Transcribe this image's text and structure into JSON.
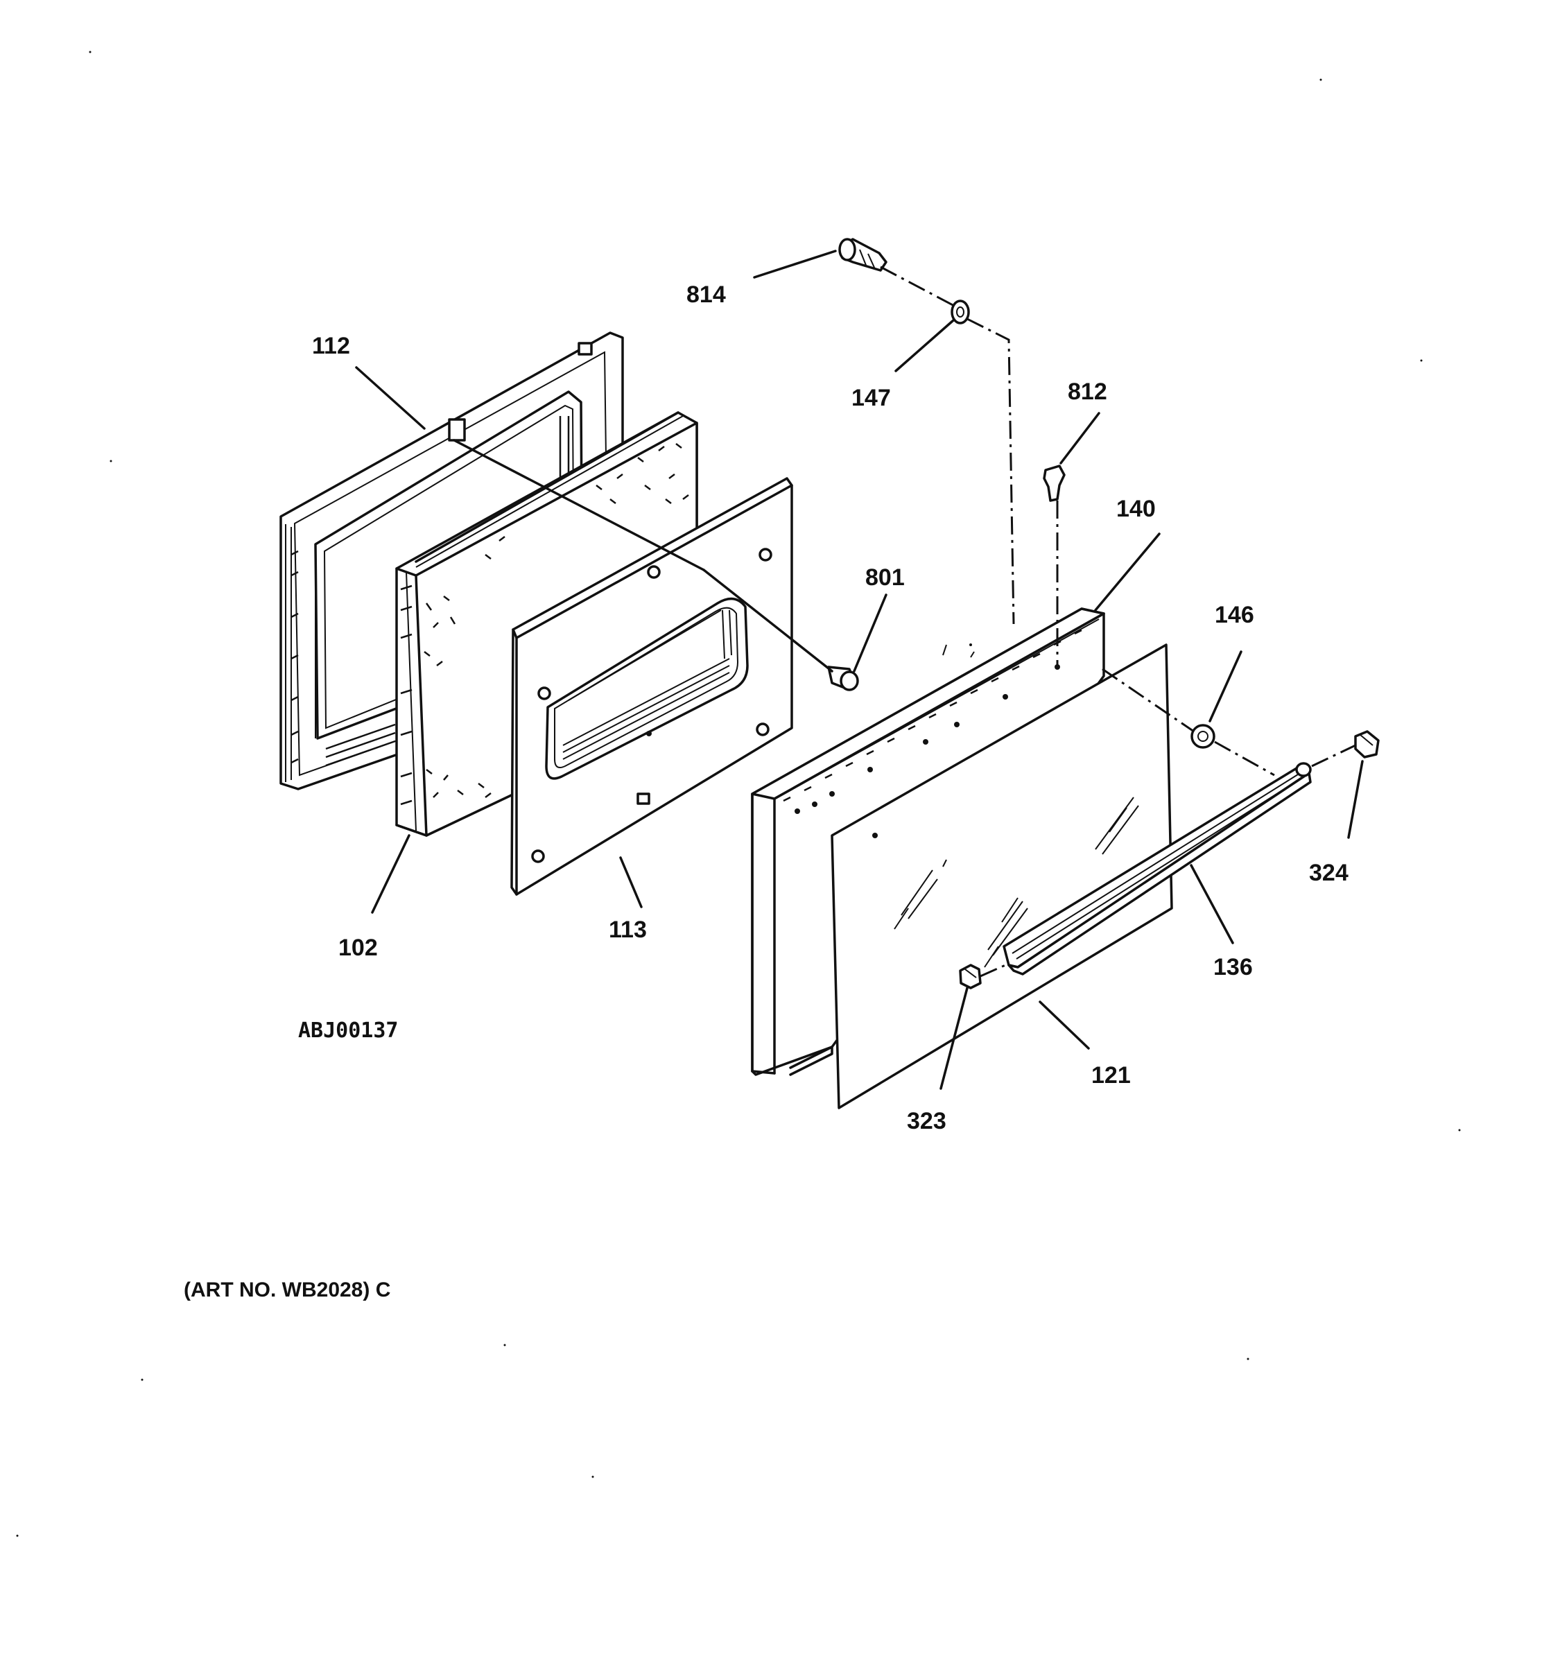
{
  "diagram": {
    "drawing_code": "ABJ00137",
    "art_number": "(ART NO. WB2028) C",
    "callouts": {
      "c112": "112",
      "c102": "102",
      "c113": "113",
      "c801": "801",
      "c814": "814",
      "c147": "147",
      "c812": "812",
      "c140": "140",
      "c146": "146",
      "c324": "324",
      "c136": "136",
      "c121": "121",
      "c323": "323"
    },
    "parts": [
      "inner-door-frame",
      "door-insulation",
      "inner-door-panel",
      "screw",
      "door-handle-screw",
      "washer",
      "door-frame-screw",
      "outer-door-frame",
      "handle-spacer",
      "handle-end-cap-right",
      "door-handle",
      "door-glass",
      "handle-end-cap-left"
    ]
  }
}
